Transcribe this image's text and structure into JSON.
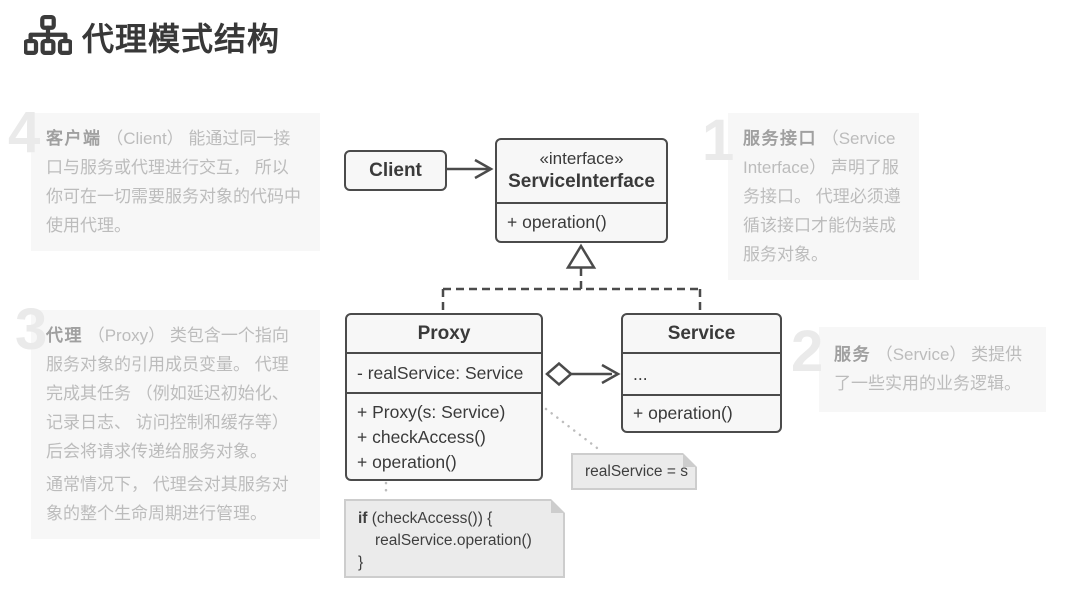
{
  "page": {
    "title": "代理模式结构"
  },
  "annotations": [
    {
      "num": "1",
      "term": "服务接口",
      "text": " （Service Interface） 声明了服务接口。 代理必须遵循该接口才能伪装成服务对象。"
    },
    {
      "num": "2",
      "term": "服务",
      "text": " （Service） 类提供了一些实用的业务逻辑。"
    },
    {
      "num": "3",
      "term": "代理",
      "text": " （Proxy） 类包含一个指向服务对象的引用成员变量。 代理完成其任务 （例如延迟初始化、 记录日志、 访问控制和缓存等） 后会将请求传递给服务对象。",
      "text2": "通常情况下， 代理会对其服务对象的整个生命周期进行管理。"
    },
    {
      "num": "4",
      "term": "客户端",
      "text": " （Client） 能通过同一接口与服务或代理进行交互， 所以你可在一切需要服务对象的代码中使用代理。"
    }
  ],
  "uml": {
    "client": {
      "name": "Client"
    },
    "service_interface": {
      "stereotype": "«interface»",
      "name": "ServiceInterface",
      "method": "+ operation()"
    },
    "proxy": {
      "name": "Proxy",
      "attribute": "- realService: Service",
      "methods": [
        "+ Proxy(s: Service)",
        "+ checkAccess()",
        "+ operation()"
      ]
    },
    "service": {
      "name": "Service",
      "attribute": "...",
      "method": "+ operation()"
    },
    "assignment_note": "realService = s",
    "code_note": {
      "keyword": "if",
      "line1_rest": " (checkAccess()) {",
      "line2": "realService.operation()",
      "line3": "}"
    }
  },
  "colors": {
    "box_fill": "#f7f7f7",
    "box_border": "#4b4b4b",
    "note_fill": "#ebebeb",
    "note_border": "#cdcdcd",
    "annotation_bg": "#f7f7f7",
    "annotation_number": "#eaeaea",
    "annotation_text": "#bcbcbc",
    "title_text": "#383838"
  }
}
